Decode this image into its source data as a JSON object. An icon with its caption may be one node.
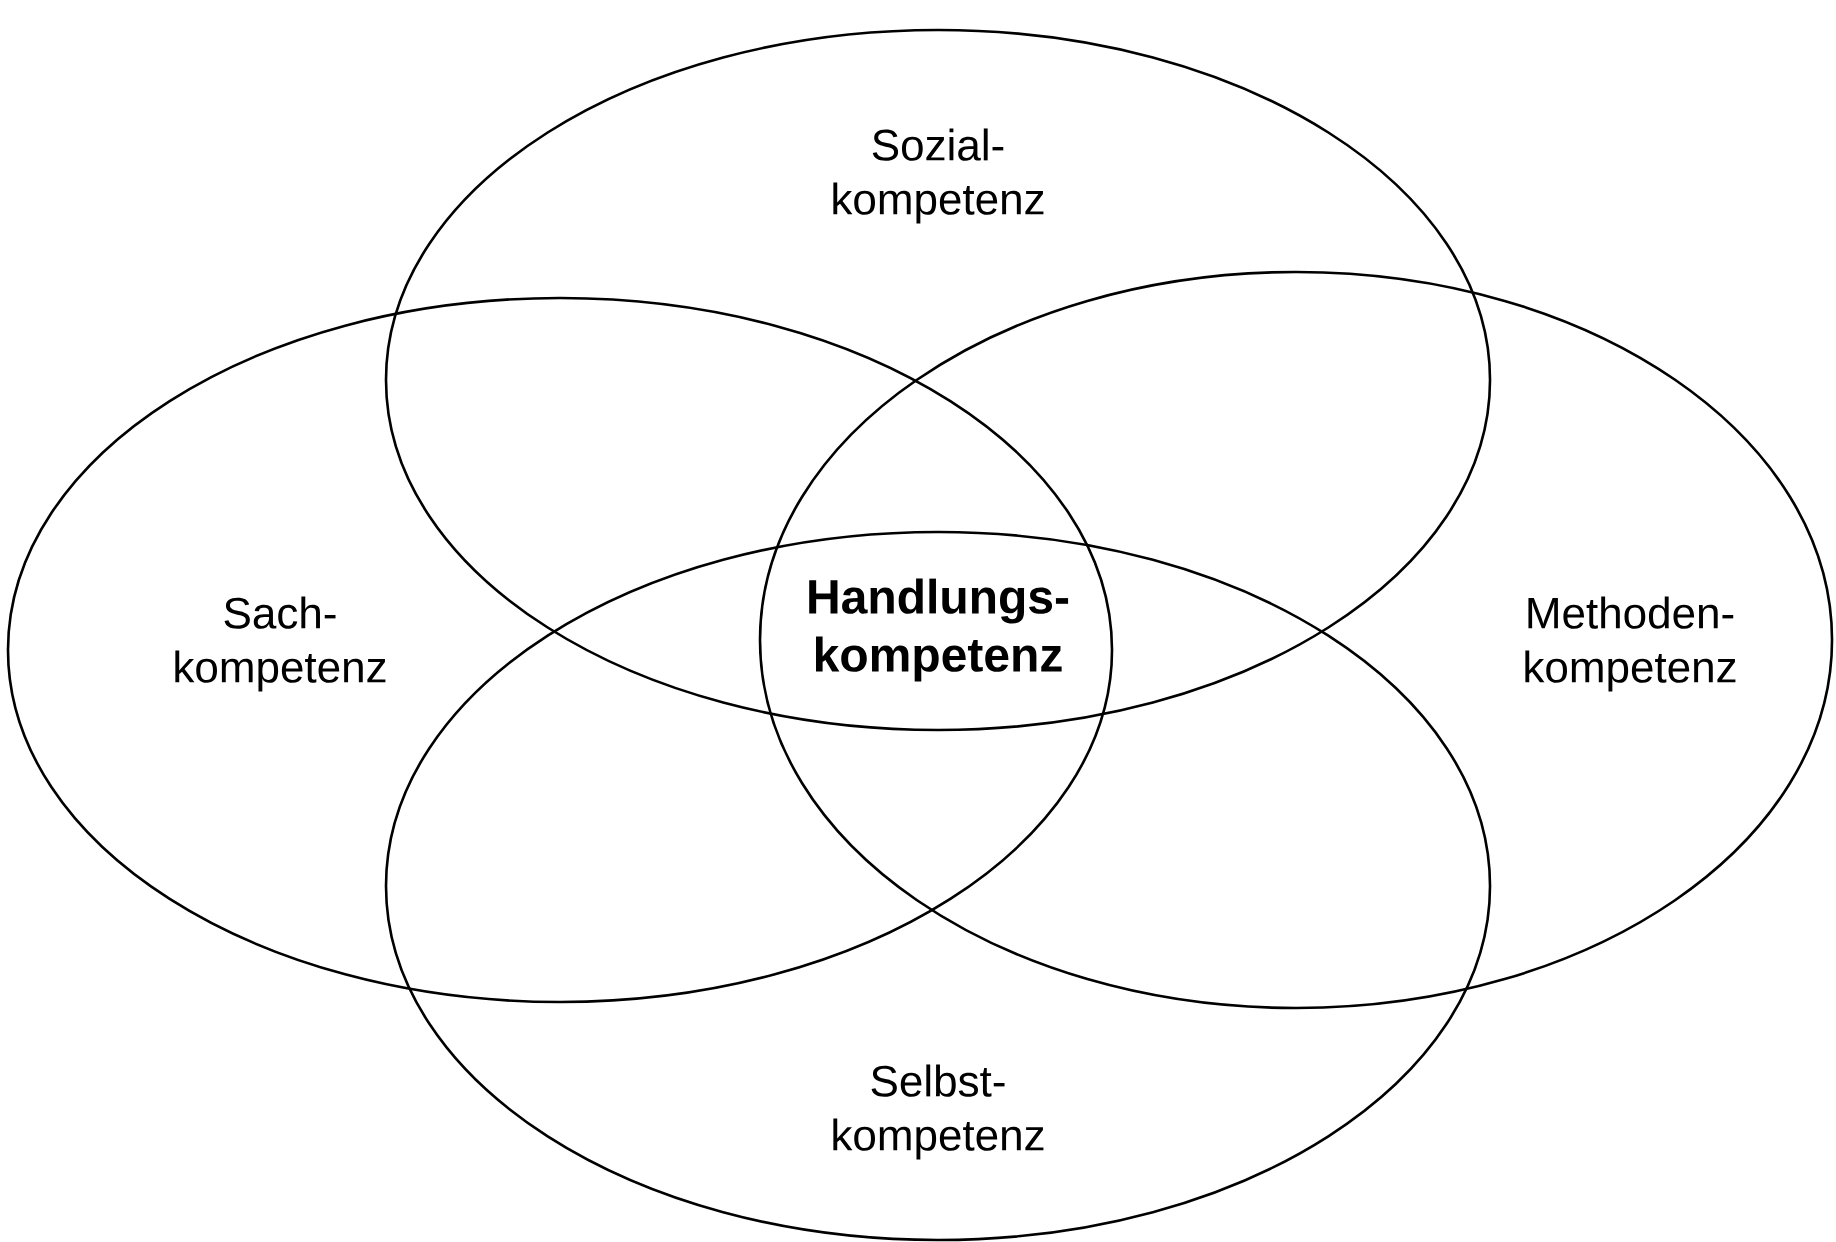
{
  "diagram": {
    "nodes": [
      {
        "text": [
          "Sozial- kompetenz"
        ]
      },
      {
        "text": [
          "Sach- kompetenz"
        ]
      },
      {
        "text": [
          "Methoden- kompetenz"
        ]
      },
      {
        "text": [
          "Selbst- kompetenz"
        ]
      }
    ],
    "labels": [
      "Handlungs- kompetenz"
    ]
  }
}
